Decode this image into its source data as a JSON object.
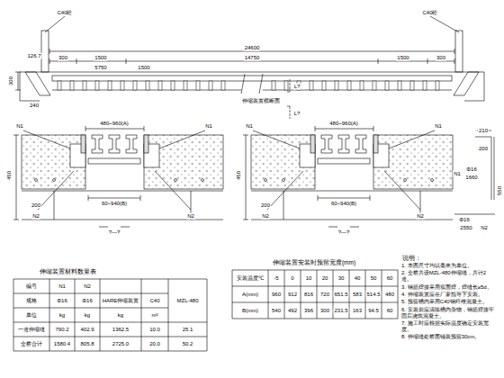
{
  "diagram": {
    "labels": [
      "C40砼",
      "C40砼",
      "24600",
      "300",
      "1500",
      "14750",
      "1500",
      "300",
      "5750",
      "1500",
      "126.7",
      "300",
      "240",
      "伸缩装置横断面",
      "L?",
      "L?",
      "N1",
      "480~960(A)",
      "N1",
      "450",
      "200",
      "N2",
      "60~940(B)",
      "N2",
      "?—?",
      "N1",
      "480~960(A)",
      "N1",
      "450",
      "200",
      "N2",
      "60~940(B)",
      "N2",
      "?—?",
      "210",
      "200",
      "N1",
      "Φ16",
      "1660",
      "550",
      "Φ16",
      "2550",
      "N2",
      "伸缩装置材料数量表",
      "编号",
      "N1",
      "N2",
      "规格",
      "Φ16",
      "Φ16",
      "HARE伸缩装置",
      "C40",
      "单位",
      "kg",
      "kg",
      "kg",
      "m³",
      "MZL-480",
      "一道伸缩缝",
      "790.2",
      "402.9",
      "1362.5",
      "10.0",
      "25.1",
      "全桥合计",
      "1580.4",
      "805.8",
      "2725.0",
      "20.0",
      "50.2",
      "伸缩装置安装时预留宽度(mm)",
      "安装温度℃",
      "-5",
      "0",
      "10",
      "20",
      "30",
      "40",
      "50",
      "60",
      "A(mm)",
      "960",
      "912",
      "816",
      "720",
      "651.5",
      "583",
      "514.5",
      "480",
      "B(mm)",
      "540",
      "492",
      "396",
      "300",
      "231.5",
      "163",
      "94.5",
      "60",
      "说明：",
      "1. 本图尺寸均以毫米为单位。",
      "2. 全桥共设MZL-480伸缩缝，共计2道。",
      "3. 钢筋焊接采用双面焊，焊缝长≥5d。",
      "4. 伸缩装置应在厂家指导下安装。",
      "5. 预留槽内采用C40钢纤维混凝土。",
      "6. 安装前应清除槽内杂物，钢筋焊接牢固后浇筑混凝土。",
      "7. 施工时应根据实际温度确定安装宽度。",
      "8. 伸缩缝处桥面铺装预留30cm。"
    ]
  }
}
